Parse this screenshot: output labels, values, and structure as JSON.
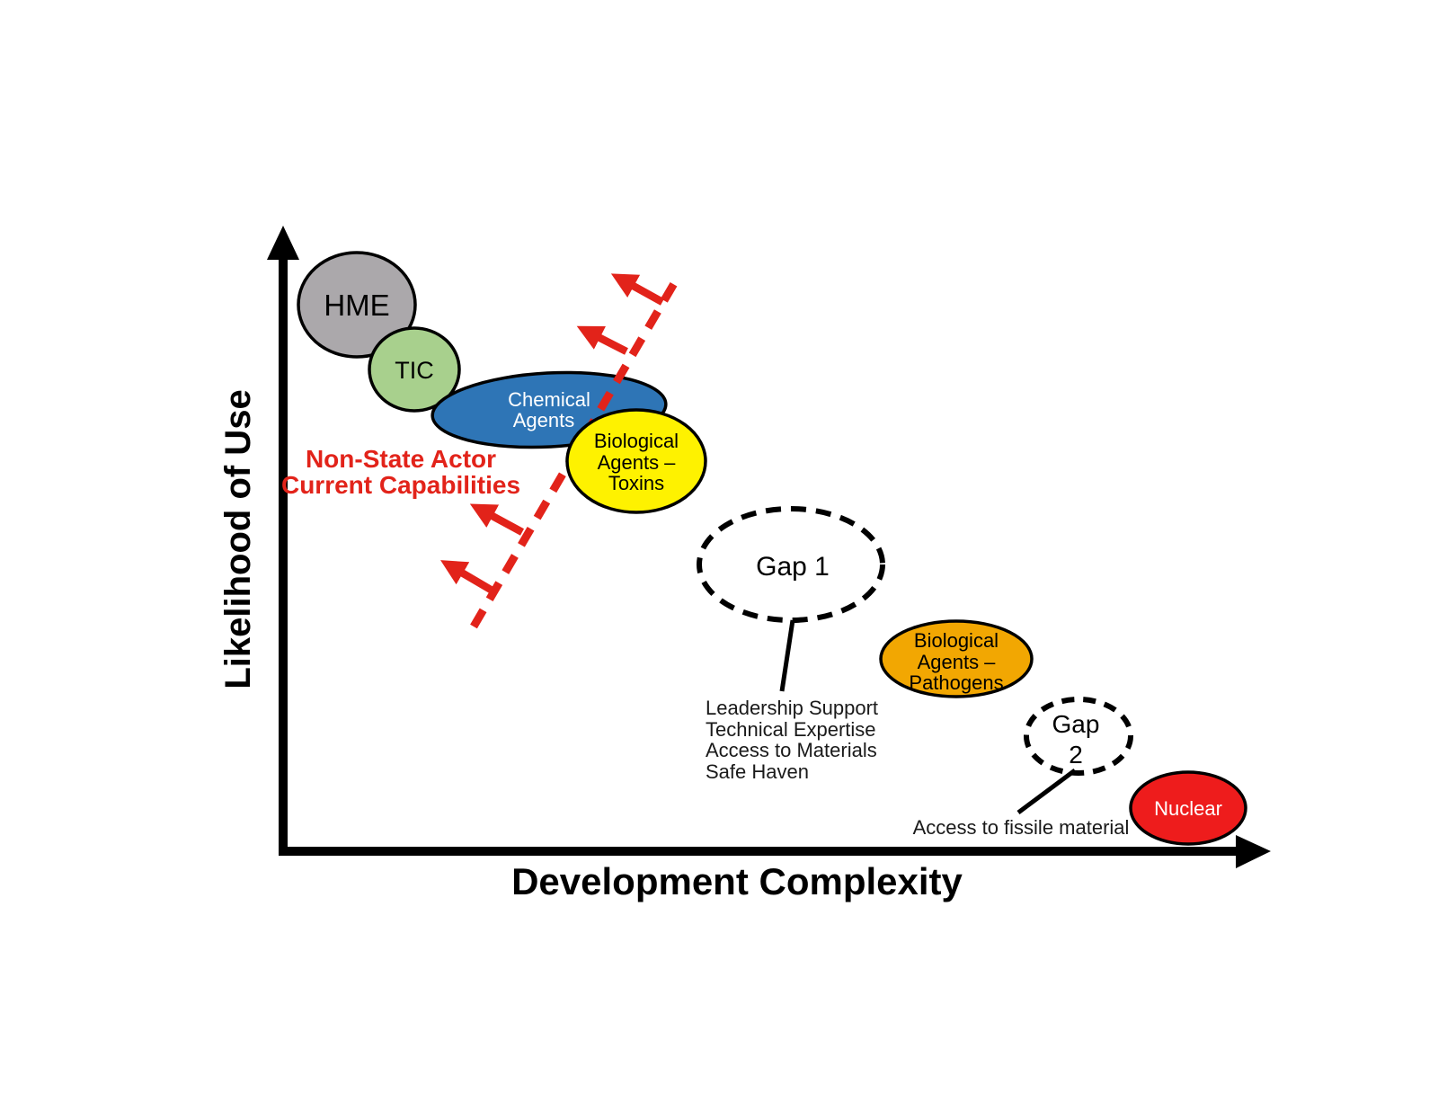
{
  "axes": {
    "y_label": "Likelihood of Use",
    "x_label": "Development Complexity"
  },
  "capability_note": {
    "line1": "Non-State Actor",
    "line2": "Current Capabilities"
  },
  "nodes": {
    "hme": {
      "label": "HME",
      "fill": "#aba8ab"
    },
    "tic": {
      "label": "TIC",
      "fill": "#a8d08d"
    },
    "chemical": {
      "lines": [
        "Chemical",
        "Agents"
      ],
      "fill": "#2e75b6"
    },
    "bio_toxins": {
      "lines": [
        "Biological",
        "Agents –",
        "Toxins"
      ],
      "fill": "#fef200"
    },
    "gap1": {
      "label": "Gap 1"
    },
    "bio_pathogens": {
      "lines": [
        "Biological",
        "Agents –",
        "Pathogens"
      ],
      "fill": "#f2a702"
    },
    "gap2": {
      "lines": [
        "Gap",
        "2"
      ]
    },
    "nuclear": {
      "label": "Nuclear",
      "fill": "#ee1c1c"
    }
  },
  "gap1_factors": [
    "Leadership Support",
    "Technical Expertise",
    "Access to Materials",
    "Safe Haven"
  ],
  "gap2_factor": "Access to fissile material",
  "colors": {
    "red_accent": "#e2231a",
    "hme_gray": "#aba8ab",
    "tic_green": "#a8d08d",
    "chemical_blue": "#2e75b6",
    "toxins_yellow": "#fef200",
    "pathogens_orange": "#f2a702",
    "nuclear_red": "#ee1c1c",
    "axis_black": "#000000"
  }
}
